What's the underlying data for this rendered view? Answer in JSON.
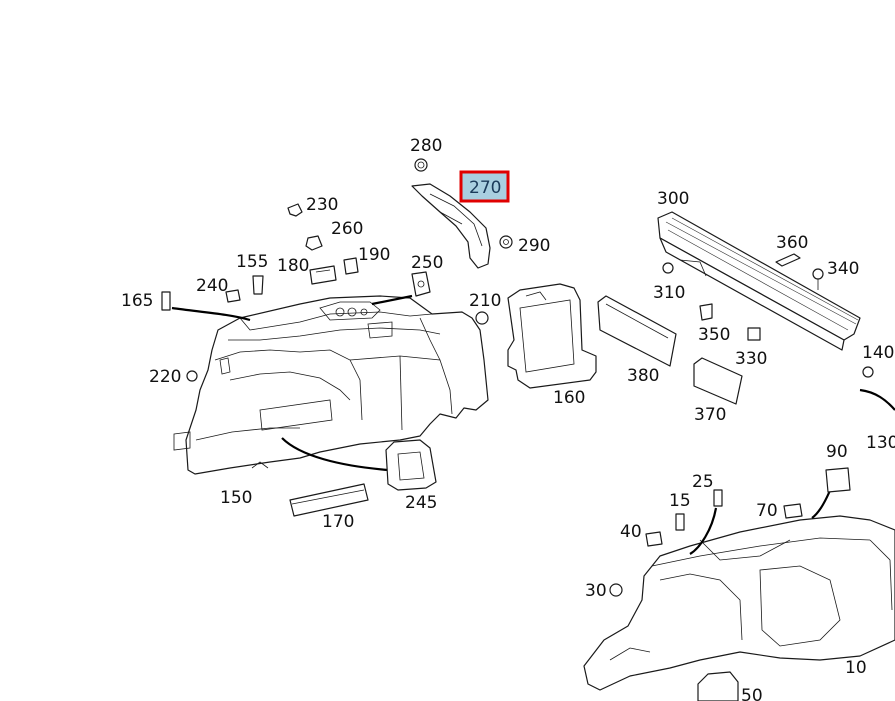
{
  "diagram": {
    "selected_part": "270",
    "parts": [
      {
        "id": "280",
        "label": "280"
      },
      {
        "id": "270",
        "label": "270"
      },
      {
        "id": "230",
        "label": "230"
      },
      {
        "id": "260",
        "label": "260"
      },
      {
        "id": "190",
        "label": "190"
      },
      {
        "id": "155",
        "label": "155"
      },
      {
        "id": "180",
        "label": "180"
      },
      {
        "id": "250",
        "label": "250"
      },
      {
        "id": "290",
        "label": "290"
      },
      {
        "id": "240",
        "label": "240"
      },
      {
        "id": "165",
        "label": "165"
      },
      {
        "id": "210",
        "label": "210"
      },
      {
        "id": "220",
        "label": "220"
      },
      {
        "id": "160",
        "label": "160"
      },
      {
        "id": "150",
        "label": "150"
      },
      {
        "id": "245",
        "label": "245"
      },
      {
        "id": "170",
        "label": "170"
      },
      {
        "id": "300",
        "label": "300"
      },
      {
        "id": "360",
        "label": "360"
      },
      {
        "id": "340",
        "label": "340"
      },
      {
        "id": "310",
        "label": "310"
      },
      {
        "id": "350",
        "label": "350"
      },
      {
        "id": "330",
        "label": "330"
      },
      {
        "id": "380",
        "label": "380"
      },
      {
        "id": "370",
        "label": "370"
      },
      {
        "id": "140",
        "label": "140"
      },
      {
        "id": "130",
        "label": "130"
      },
      {
        "id": "90",
        "label": "90"
      },
      {
        "id": "25",
        "label": "25"
      },
      {
        "id": "15",
        "label": "15"
      },
      {
        "id": "70",
        "label": "70"
      },
      {
        "id": "40",
        "label": "40"
      },
      {
        "id": "30",
        "label": "30"
      },
      {
        "id": "10",
        "label": "10"
      },
      {
        "id": "50",
        "label": "50"
      }
    ]
  }
}
